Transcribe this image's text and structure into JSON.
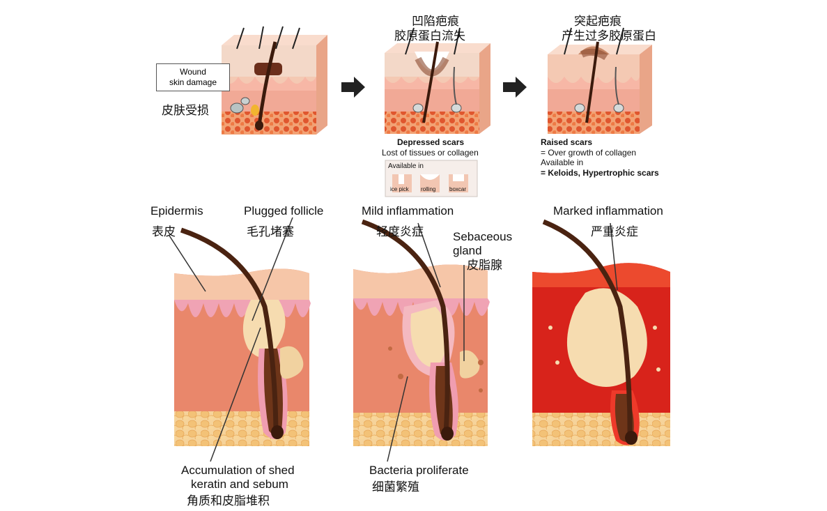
{
  "top_panel": {
    "wound_box": {
      "line1": "Wound",
      "line2": "skin damage"
    },
    "wound_cn": "皮肤受损",
    "depressed": {
      "cn_title": "凹陷疤痕",
      "cn_sub": "胶原蛋白流失",
      "title": "Depressed scars",
      "desc": "Lost of tissues or collagen",
      "available_in": "Available in",
      "types": [
        "ice pick",
        "rolling",
        "boxcar"
      ]
    },
    "raised": {
      "cn_title": "突起疤痕",
      "cn_sub": "产生过多胶原蛋白",
      "title": "Raised scars",
      "desc": "= Over growth of collagen",
      "available_in": "Available in",
      "types_line": "= Keloids, Hypertrophic scars"
    }
  },
  "bottom_panel": {
    "epidermis": "Epidermis",
    "epidermis_cn": "表皮",
    "plugged": "Plugged follicle",
    "plugged_cn": "毛孔堵塞",
    "mild": "Mild inflammation",
    "mild_cn": "轻度炎症",
    "sebaceous_1": "Sebaceous",
    "sebaceous_2": "gland",
    "sebaceous_cn": "皮脂腺",
    "marked": "Marked inflammation",
    "marked_cn": "严重炎症",
    "accum_1": "Accumulation of shed",
    "accum_2": "keratin and sebum",
    "accum_cn": "角质和皮脂堆积",
    "bacteria": "Bacteria proliferate",
    "bacteria_cn": "细菌繁殖"
  },
  "colors": {
    "skin_top": "#f2b9a3",
    "dermis": "#e9876b",
    "fat": "#f3c277",
    "inflamed": "#d8231b",
    "hair": "#4a2311",
    "sebum": "#f6dcb0",
    "arrow": "#222222"
  }
}
